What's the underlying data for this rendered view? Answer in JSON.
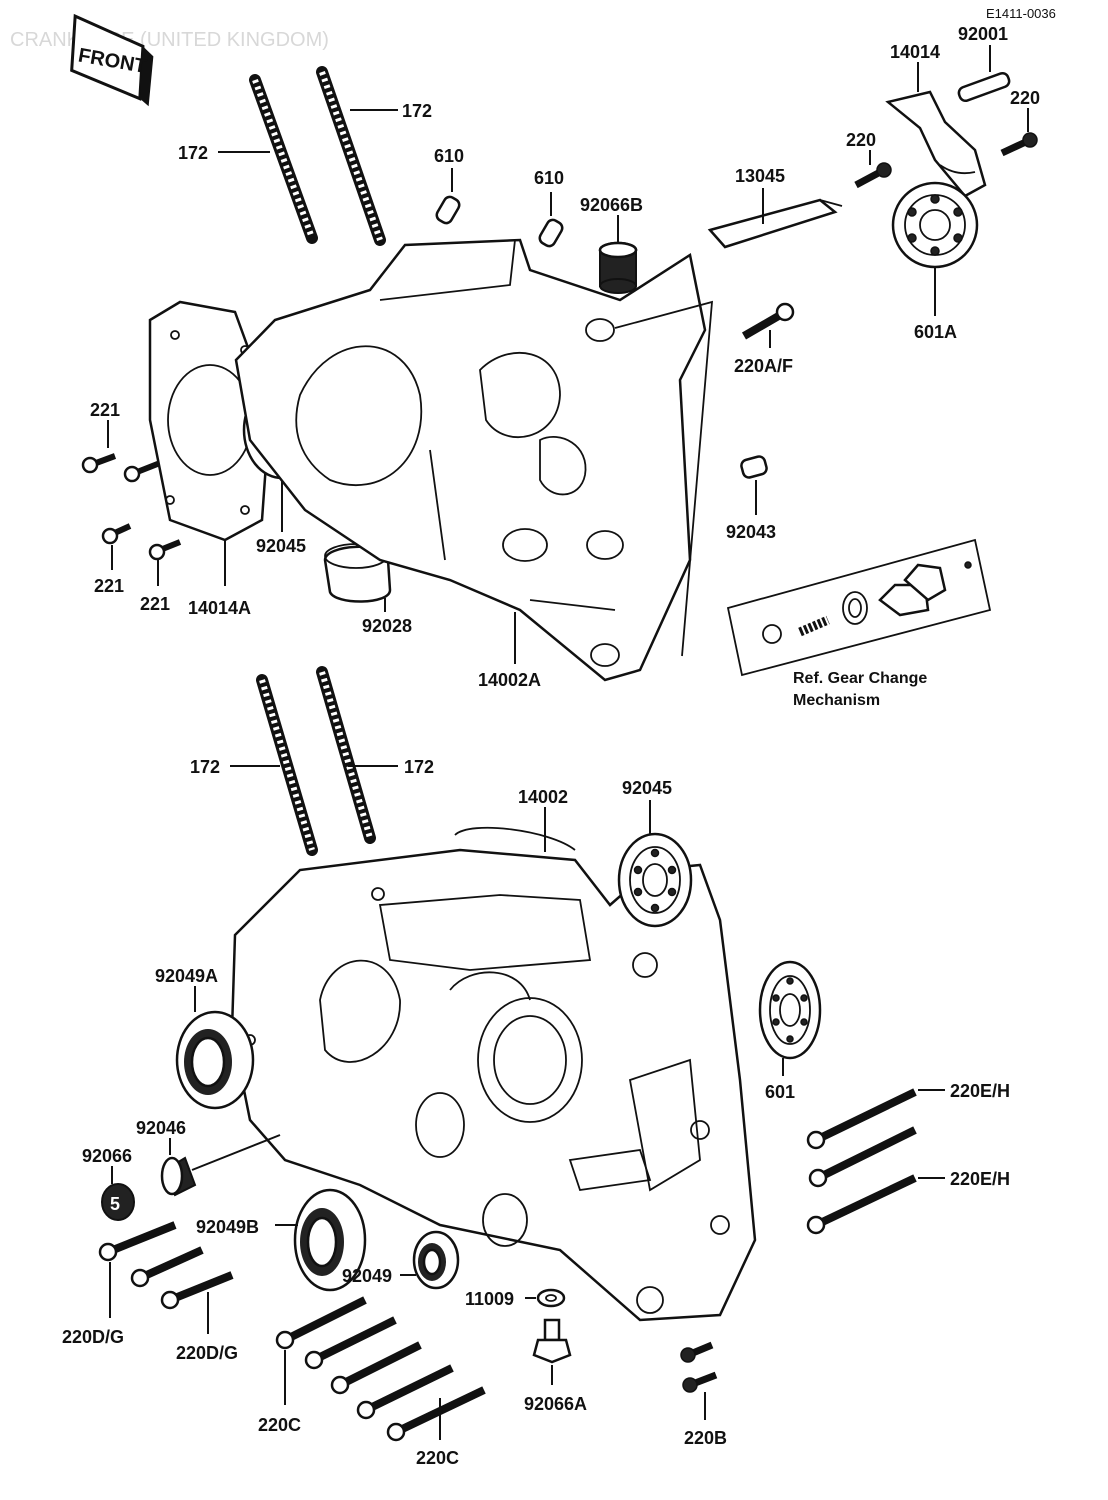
{
  "header": {
    "diagram_code": "E1411-0036",
    "faint_title": "CRANKCASE (UNITED KINGDOM)",
    "front_badge": "FRONT"
  },
  "labels": {
    "l172_a": "172",
    "l172_b": "172",
    "l172_c": "172",
    "l172_d": "172",
    "l610_a": "610",
    "l610_b": "610",
    "l92066b": "92066B",
    "l13045": "13045",
    "l14014": "14014",
    "l92001": "92001",
    "l220_a": "220",
    "l220_b": "220",
    "l601a": "601A",
    "l220af": "220A/F",
    "l221_a": "221",
    "l221_b": "221",
    "l221_c": "221",
    "l92045_a": "92045",
    "l14014a": "14014A",
    "l92028": "92028",
    "l14002a": "14002A",
    "l92043": "92043",
    "ref_line1": "Ref. Gear Change",
    "ref_line2": "Mechanism",
    "l14002": "14002",
    "l92045_b": "92045",
    "l92049a": "92049A",
    "l601": "601",
    "l220eh_a": "220E/H",
    "l220eh_b": "220E/H",
    "l92046": "92046",
    "l92066": "92066",
    "l92049b": "92049B",
    "l92049": "92049",
    "l11009": "11009",
    "l220dg_a": "220D/G",
    "l220dg_b": "220D/G",
    "l220c_a": "220C",
    "l220c_b": "220C",
    "l92066a": "92066A",
    "l220b": "220B"
  }
}
